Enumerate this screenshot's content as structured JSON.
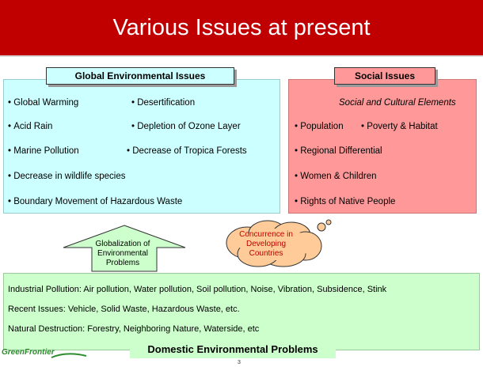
{
  "title": "Various Issues at present",
  "colors": {
    "title_bar": "#c00000",
    "global_fill": "#ccffff",
    "social_fill": "#ff9999",
    "domestic_fill": "#ccffcc",
    "arrow_fill": "#ccffcc",
    "cloud_fill": "#ffcc99",
    "cloud_text": "#c00000"
  },
  "global": {
    "header": "Global Environmental Issues",
    "items": [
      "Global Warming",
      "Desertification",
      "Acid Rain",
      "Depletion of Ozone Layer",
      "Marine Pollution",
      "Decrease of Tropica Forests",
      "Decrease in wildlife species",
      "Boundary Movement of Hazardous Waste"
    ]
  },
  "social": {
    "header": "Social Issues",
    "subtitle": "Social and Cultural Elements",
    "items": [
      "Population",
      "Poverty & Habitat",
      "Regional Differential",
      "Women & Children",
      "Rights of Native People"
    ]
  },
  "arrow": {
    "label": "Globalization of Environmental Problems"
  },
  "cloud": {
    "label": "Concurrence in Developing Countries"
  },
  "domestic": {
    "header": "Domestic Environmental Problems",
    "lines": [
      "Industrial Pollution: Air pollution, Water pollution, Soil pollution, Noise, Vibration, Subsidence, Stink",
      "Recent Issues: Vehicle, Solid Waste, Hazardous Waste, etc.",
      "Natural Destruction: Forestry, Neighboring Nature, Waterside, etc"
    ]
  },
  "logo": {
    "text": "GreenFrontier"
  },
  "page_number": "3"
}
